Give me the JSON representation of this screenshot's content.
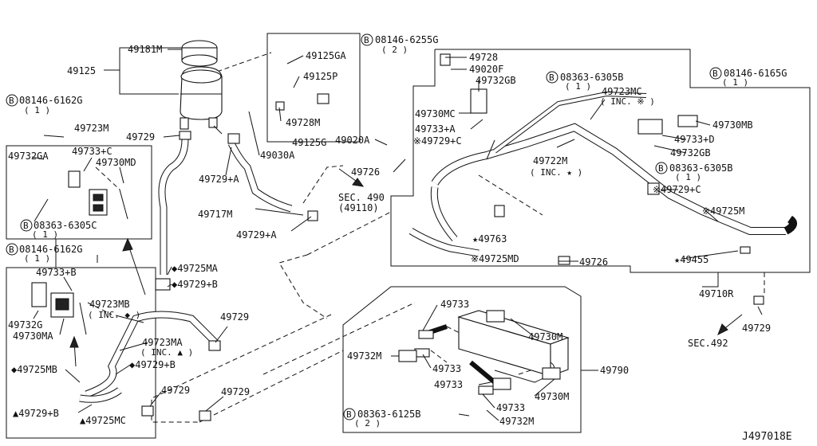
{
  "diagram_id": "J497018E",
  "callouts": {
    "c49181M": "49181M",
    "c49125": "49125",
    "c08146_6162G_a": "08146-6162G",
    "c08146_6162G_a_q": "( 1 )",
    "c49723M": "49723M",
    "c49729_top": "49729",
    "c49732GA": "49732GA",
    "c49733C": "49733+C",
    "c49730MD": "49730MD",
    "c08363_6305C": "08363-6305C",
    "c08363_6305C_q": "( 1 )",
    "c08146_6162G_b": "08146-6162G",
    "c08146_6162G_b_q": "( 1 )",
    "c49733B": "49733+B",
    "c49732G": "49732G",
    "c49730MA": "49730MA",
    "c49725MB": "◆49725MB",
    "c49729B_bot": "▲49729+B",
    "c49725MC": "▲49725MC",
    "c49723MB": "49723MB",
    "c49723MB_inc": "( INC. ◆ )",
    "c49723MA": "49723MA",
    "c49723MA_inc": "( INC. ▲ )",
    "c49729B_mid": "◆49729+B",
    "c49725MA": "◆49725MA",
    "c49729B_r": "◆49729+B",
    "c49729_mid": "49729",
    "c49729_low1": "49729",
    "c49729_low2": "49729",
    "c49717M": "49717M",
    "c49729A_1": "49729+A",
    "c49729A_2": "49729+A",
    "c49030A": "49030A",
    "c49125G": "49125G",
    "c49125GA": "49125GA",
    "c49125P": "49125P",
    "c49728M": "49728M",
    "c08146_6255G": "08146-6255G",
    "c08146_6255G_q": "( 2 )",
    "c49728": "49728",
    "c49020F": "49020F",
    "c49732GB_a": "49732GB",
    "c49730MC": "49730MC",
    "c49733A": "49733+A",
    "c49020A": "49020A",
    "c49729C_a": "※49729+C",
    "c49726_a": "49726",
    "c08363_6305B_a": "08363-6305B",
    "c08363_6305B_a_q": "( 1 )",
    "c49723MC": "49723MC",
    "c49723MC_inc": "( INC. ※ )",
    "c49722M": "49722M",
    "c49722M_inc": "( INC. ★ )",
    "c08146_6165G": "08146-6165G",
    "c08146_6165G_q": "( 1 )",
    "c49730MB": "49730MB",
    "c49733D": "49733+D",
    "c49732GB_b": "49732GB",
    "c08363_6305B_b": "08363-6305B",
    "c08363_6305B_b_q": "( 1 )",
    "c49729C_b": "※49729+C",
    "c49725M": "※49725M",
    "c49763": "★49763",
    "c49725MD": "※49725MD",
    "c49726_b": "49726",
    "c49455": "★49455",
    "c49710R": "49710R",
    "c49729_r": "49729",
    "c49733_1": "49733",
    "c49730M_1": "49730M",
    "c49732M_1": "49732M",
    "c49733_2": "49733",
    "c49790": "49790",
    "c49733_3": "49733",
    "c49730M_2": "49730M",
    "c49733_4": "49733",
    "c08363_6125B": "08363-6125B",
    "c08363_6125B_q": "( 2 )",
    "c49732M_2": "49732M",
    "sec490": "SEC. 490",
    "sec490_sub": "(49110)",
    "sec492": "SEC.492"
  },
  "bolt_marker": "B"
}
